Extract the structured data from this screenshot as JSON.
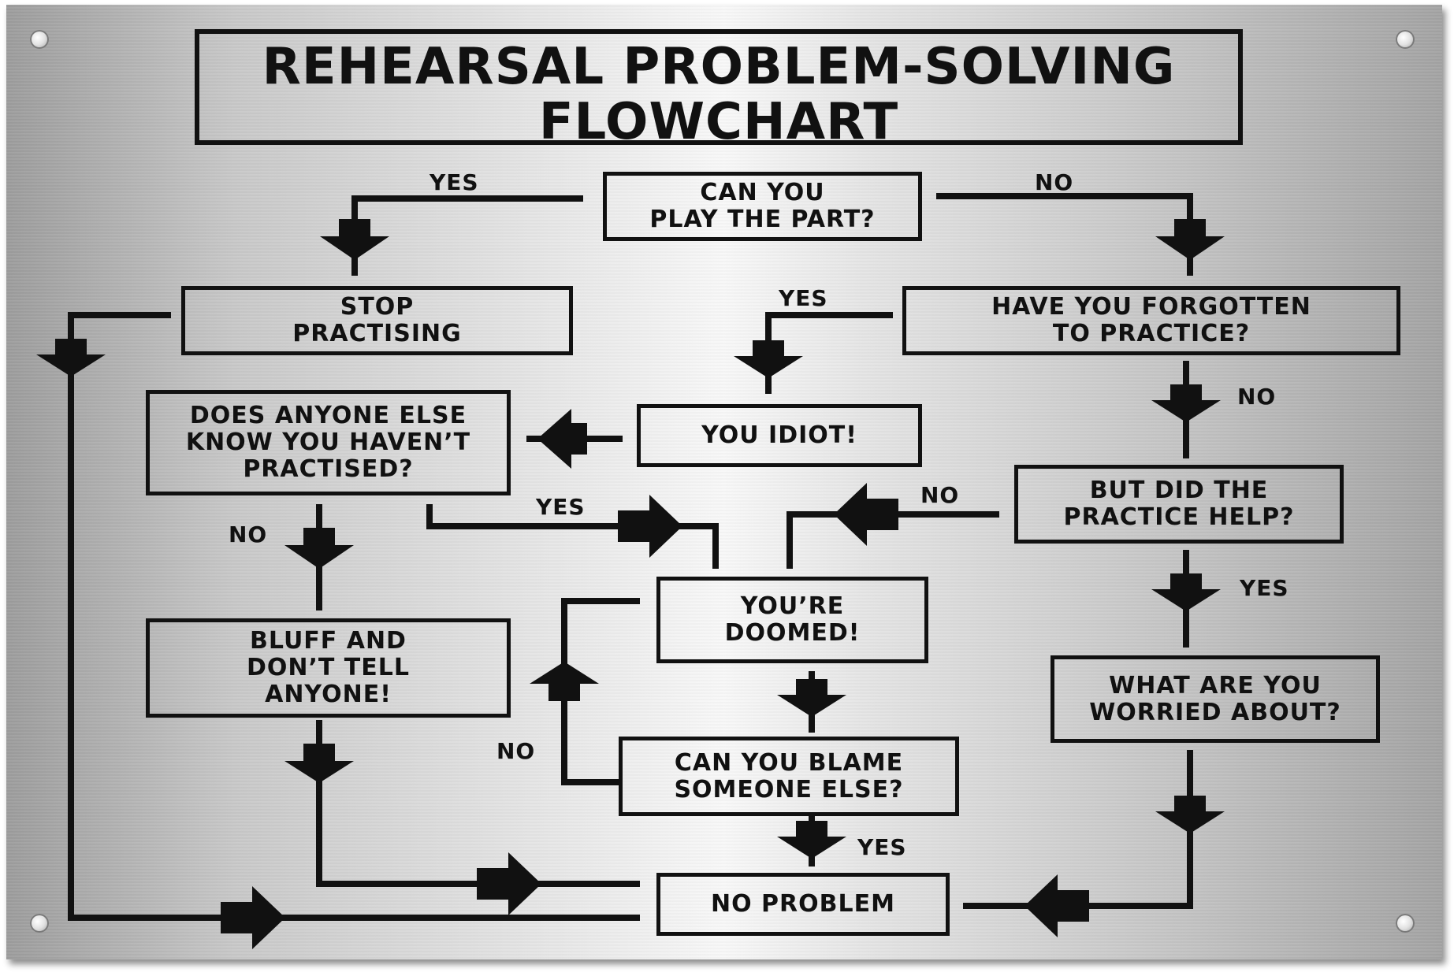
{
  "title": {
    "line1": "REHEARSAL PROBLEM-SOLVING",
    "line2": "FLOWCHART"
  },
  "nodes": {
    "can_play": {
      "line1": "CAN YOU",
      "line2": "PLAY THE PART?"
    },
    "stop_practising": {
      "line1": "STOP",
      "line2": "PRACTISING"
    },
    "forgotten": {
      "line1": "HAVE YOU FORGOTTEN",
      "line2": "TO PRACTICE?"
    },
    "idiot": {
      "line1": "YOU IDIOT!"
    },
    "anyone_know": {
      "line1": "DOES ANYONE ELSE",
      "line2": "KNOW YOU HAVEN’T",
      "line3": "PRACTISED?"
    },
    "practice_help": {
      "line1": "BUT DID THE",
      "line2": "PRACTICE HELP?"
    },
    "doomed": {
      "line1": "YOU’RE",
      "line2": "DOOMED!"
    },
    "bluff": {
      "line1": "BLUFF AND",
      "line2": "DON’T TELL",
      "line3": "ANYONE!"
    },
    "worried": {
      "line1": "WHAT ARE YOU",
      "line2": "WORRIED ABOUT?"
    },
    "blame": {
      "line1": "CAN YOU BLAME",
      "line2": "SOMEONE ELSE?"
    },
    "no_problem": {
      "line1": "NO PROBLEM"
    }
  },
  "labels": {
    "yes_top": "YES",
    "no_top": "NO",
    "yes_forgot": "YES",
    "no_forgot": "NO",
    "yes_know": "YES",
    "no_help": "NO",
    "no_know": "NO",
    "yes_help": "YES",
    "no_blame": "NO",
    "yes_blame": "YES"
  },
  "colors": {
    "ink": "#111111",
    "plate_light": "#f5f5f5",
    "plate_dark": "#a0a0a0"
  }
}
